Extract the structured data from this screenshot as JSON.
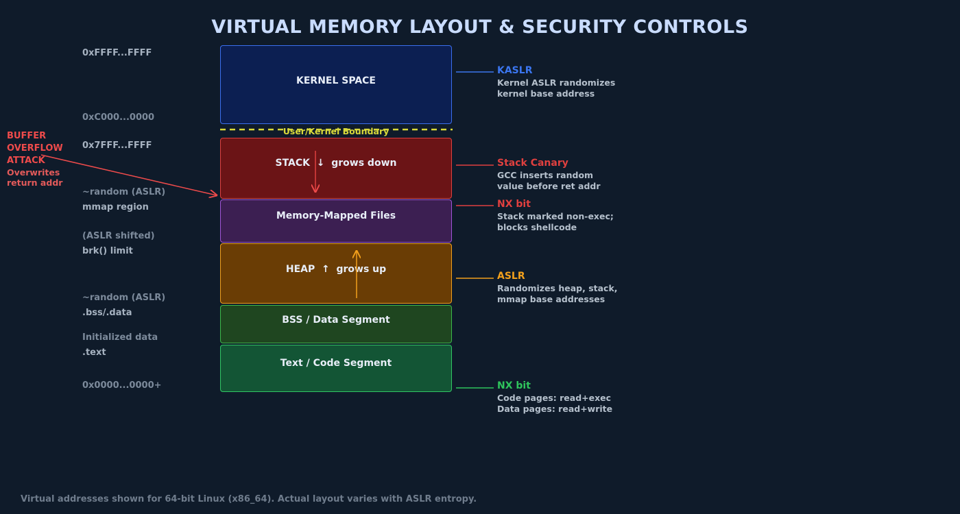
{
  "title": "VIRTUAL MEMORY LAYOUT & SECURITY CONTROLS",
  "address_labels": [
    {
      "text": "0xFFFF...FFFF",
      "tone": "light"
    },
    {
      "text": "0xC000...0000",
      "tone": "gray"
    },
    {
      "text": "0x7FFF...FFFF",
      "tone": "light"
    },
    {
      "text": "~random (ASLR)",
      "tone": "gray"
    },
    {
      "text": "mmap region",
      "tone": "light"
    },
    {
      "text": "(ASLR shifted)",
      "tone": "gray"
    },
    {
      "text": "brk() limit",
      "tone": "light"
    },
    {
      "text": "~random (ASLR)",
      "tone": "gray"
    },
    {
      "text": ".bss/.data",
      "tone": "light"
    },
    {
      "text": "Initialized data",
      "tone": "gray"
    },
    {
      "text": ".text",
      "tone": "light"
    },
    {
      "text": "0x0000...0000+",
      "tone": "gray"
    }
  ],
  "segments": [
    {
      "label": "KERNEL SPACE",
      "fill": "#0c1f52",
      "border": "#3b6ff0"
    },
    {
      "label": "STACK  ↓  grows down",
      "fill": "#6b1416",
      "border": "#e0403f"
    },
    {
      "label": "Memory-Mapped Files",
      "fill": "#3c1f52",
      "border": "#a155d8"
    },
    {
      "label": "HEAP  ↑  grows up",
      "fill": "#6a3d05",
      "border": "#f2a01c"
    },
    {
      "label": "BSS / Data Segment",
      "fill": "#1f4620",
      "border": "#3cb94a"
    },
    {
      "label": "Text / Code Segment",
      "fill": "#135535",
      "border": "#31c765"
    }
  ],
  "boundary": {
    "label": "User/Kernel Boundary",
    "color": "#d9d93a"
  },
  "controls": [
    {
      "title": "KASLR",
      "color": "#3b76f0",
      "desc": [
        "Kernel ASLR randomizes",
        "kernel base address"
      ]
    },
    {
      "title": "Stack Canary",
      "color": "#e0403f",
      "desc": [
        "GCC inserts random",
        "value before ret addr"
      ]
    },
    {
      "title": "NX bit",
      "color": "#e0403f",
      "desc": [
        "Stack marked non-exec;",
        "blocks shellcode"
      ]
    },
    {
      "title": "ASLR",
      "color": "#f2a01c",
      "desc": [
        "Randomizes heap, stack,",
        "mmap base addresses"
      ]
    },
    {
      "title": "NX bit",
      "color": "#2fc45c",
      "desc": [
        "Code pages: read+exec",
        "Data pages: read+write"
      ]
    }
  ],
  "attack": {
    "title": [
      "BUFFER",
      "OVERFLOW",
      "ATTACK"
    ],
    "desc": [
      "Overwrites",
      "return addr"
    ],
    "color": "#ef4b4b"
  },
  "footer": "Virtual addresses shown for 64-bit Linux (x86_64). Actual layout varies with ASLR entropy."
}
